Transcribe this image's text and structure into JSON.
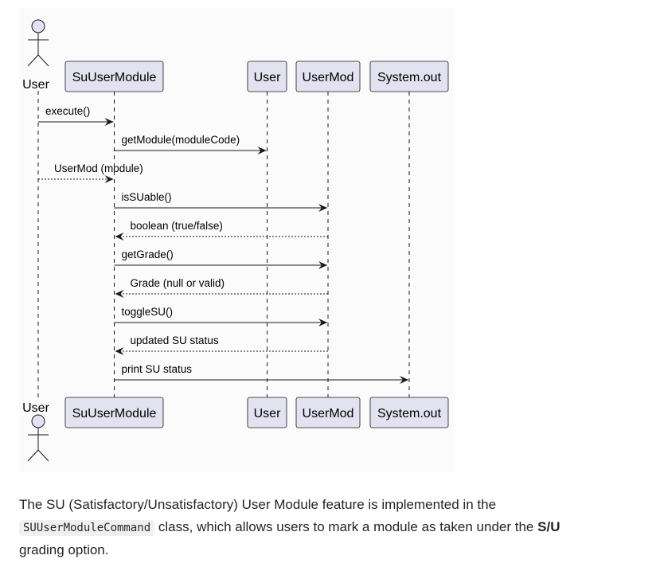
{
  "diagram": {
    "actor": "User",
    "participants": [
      "SuUserModule",
      "User",
      "UserMod",
      "System.out"
    ],
    "messages": [
      {
        "from": "User",
        "to": "SuUserModule",
        "label": "execute()",
        "kind": "sync"
      },
      {
        "from": "SuUserModule",
        "to": "User",
        "label": "getModule(moduleCode)",
        "kind": "sync"
      },
      {
        "from": "User",
        "to": "SuUserModule",
        "label": "UserMod (module)",
        "kind": "return"
      },
      {
        "from": "SuUserModule",
        "to": "UserMod",
        "label": "isSUable()",
        "kind": "sync"
      },
      {
        "from": "UserMod",
        "to": "SuUserModule",
        "label": "boolean (true/false)",
        "kind": "return"
      },
      {
        "from": "SuUserModule",
        "to": "UserMod",
        "label": "getGrade()",
        "kind": "sync"
      },
      {
        "from": "UserMod",
        "to": "SuUserModule",
        "label": "Grade (null or valid)",
        "kind": "return"
      },
      {
        "from": "SuUserModule",
        "to": "UserMod",
        "label": "toggleSU()",
        "kind": "sync"
      },
      {
        "from": "UserMod",
        "to": "SuUserModule",
        "label": "updated SU status",
        "kind": "return"
      },
      {
        "from": "SuUserModule",
        "to": "System.out",
        "label": "print SU status",
        "kind": "sync"
      }
    ],
    "colors": {
      "participant_fill": "#e2e2f0",
      "participant_border": "#181818",
      "line": "#181818",
      "background": "#fbfbfb"
    }
  },
  "description": {
    "text_before_code": "The SU (Satisfactory/Unsatisfactory) User Module feature is implemented in the",
    "code": "SUUserModuleCommand",
    "text_after_code": "class, which allows users to mark a module as taken under the",
    "bold": "S/U",
    "text_end": "grading option."
  }
}
